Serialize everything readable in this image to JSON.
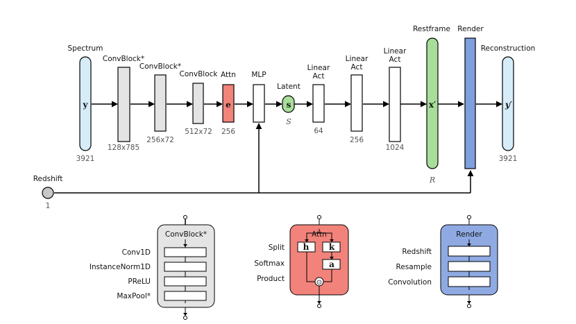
{
  "main_diagram": {
    "spectrum": {
      "label": "Spectrum",
      "symbol": "y",
      "dim": "3921"
    },
    "convblock1": {
      "label": "ConvBlock*",
      "dim": "128x785"
    },
    "convblock2": {
      "label": "ConvBlock*",
      "dim": "256x72"
    },
    "convblock3": {
      "label": "ConvBlock",
      "dim": "512x72"
    },
    "attn": {
      "label": "Attn",
      "symbol": "e",
      "dim": "256"
    },
    "mlp": {
      "label": "MLP"
    },
    "latent": {
      "label": "Latent",
      "symbol": "s",
      "sublabel": "S"
    },
    "linear1": {
      "label_line1": "Linear",
      "label_line2": "Act",
      "dim": "64"
    },
    "linear2": {
      "label_line1": "Linear",
      "label_line2": "Act",
      "dim": "256"
    },
    "linear3": {
      "label_line1": "Linear",
      "label_line2": "Act",
      "dim": "1024"
    },
    "restframe": {
      "label": "Restframe",
      "symbol": "x′",
      "sublabel": "R"
    },
    "render": {
      "label": "Render"
    },
    "reconstruction": {
      "label": "Reconstruction",
      "symbol": "y′",
      "dim": "3921"
    },
    "redshift": {
      "label": "Redshift",
      "dim": "1"
    }
  },
  "detail_convblock": {
    "title": "ConvBlock*",
    "rows": [
      "Conv1D",
      "InstanceNorm1D",
      "PReLU",
      "MaxPool*"
    ]
  },
  "detail_attn": {
    "title": "Attn",
    "rows": [
      "Split",
      "Softmax",
      "Product"
    ],
    "symbols": {
      "h": "h",
      "k": "k",
      "a": "a",
      "odot": "⊙"
    }
  },
  "detail_render": {
    "title": "Render",
    "rows": [
      "Redshift",
      "Resample",
      "Convolution"
    ]
  },
  "colors": {
    "spectrum": "#d6ecf8",
    "conv": "#e4e4e4",
    "attn": "#f2837b",
    "latent": "#a8dd9a",
    "restframe": "#a8dd9a",
    "render": "#7f9fdf",
    "reconstruction": "#d6ecf8",
    "redshift_node": "#c8c8c8",
    "render_panel": "#8faae2"
  }
}
